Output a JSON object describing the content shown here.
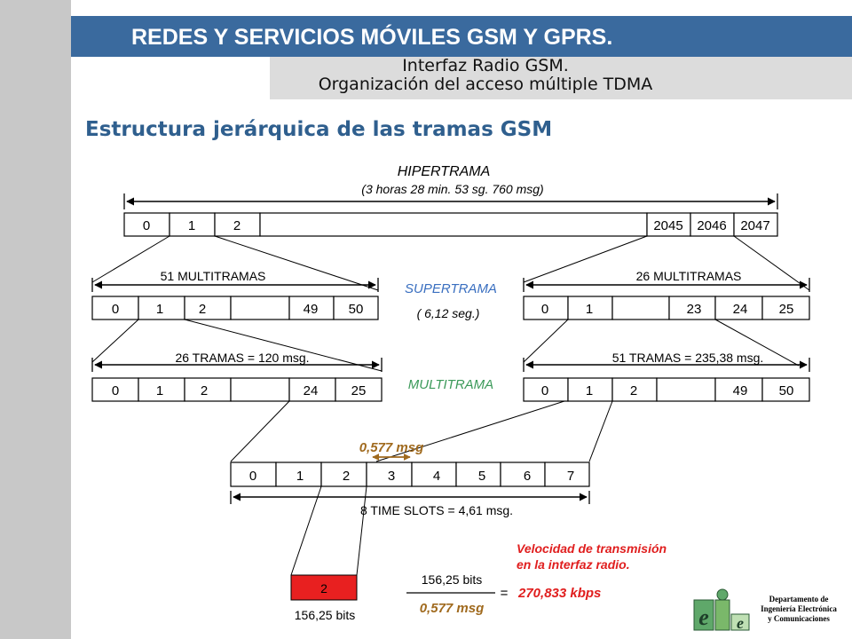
{
  "header": {
    "title": "REDES Y SERVICIOS MÓVILES GSM Y GPRS.",
    "subtitle_line1": "Interfaz Radio GSM.",
    "subtitle_line2": "Organización del acceso múltiple TDMA"
  },
  "heading": "Estructura jerárquica de las tramas GSM",
  "hyperframe": {
    "label": "HIPERTRAMA",
    "duration": "(3 horas 28 min. 53 sg. 760 msg)",
    "cells": [
      "0",
      "1",
      "2",
      "2045",
      "2046",
      "2047"
    ]
  },
  "superframe": {
    "label": "SUPERTRAMA",
    "duration": "( 6,12 seg.)",
    "left": {
      "caption": "51 MULTITRAMAS",
      "cells": [
        "0",
        "1",
        "2",
        "49",
        "50"
      ]
    },
    "right": {
      "caption": "26 MULTITRAMAS",
      "cells": [
        "0",
        "1",
        "23",
        "24",
        "25"
      ]
    }
  },
  "multiframe": {
    "label": "MULTITRAMA",
    "left": {
      "caption": "26 TRAMAS = 120 msg.",
      "cells": [
        "0",
        "1",
        "2",
        "24",
        "25"
      ]
    },
    "right": {
      "caption": "51 TRAMAS = 235,38 msg.",
      "cells": [
        "0",
        "1",
        "2",
        "49",
        "50"
      ]
    }
  },
  "frame": {
    "slot_duration": "0,577 msg",
    "cells": [
      "0",
      "1",
      "2",
      "3",
      "4",
      "5",
      "6",
      "7"
    ],
    "caption": "8 TIME SLOTS = 4,61 msg."
  },
  "burst": {
    "slot": "2",
    "bits": "156,25 bits"
  },
  "rate": {
    "title_line1": "Velocidad de transmisión",
    "title_line2": "en la interfaz radio.",
    "numerator": "156,25 bits",
    "denominator": "0,577 msg",
    "equals": "=",
    "result": "270,833 kbps"
  },
  "footer": {
    "logo_letters": "eie",
    "dept_line1": "Departamento de",
    "dept_line2": "Ingeniería Electrónica",
    "dept_line3": "y Comunicaciones"
  },
  "colors": {
    "banner": "#3a6a9e",
    "heading": "#2f5f8e",
    "green_label": "#3c9a5a",
    "blue_label": "#3a6fc0",
    "brown": "#a06a1e",
    "red": "#e01e1e",
    "burst_fill": "#e82020"
  }
}
